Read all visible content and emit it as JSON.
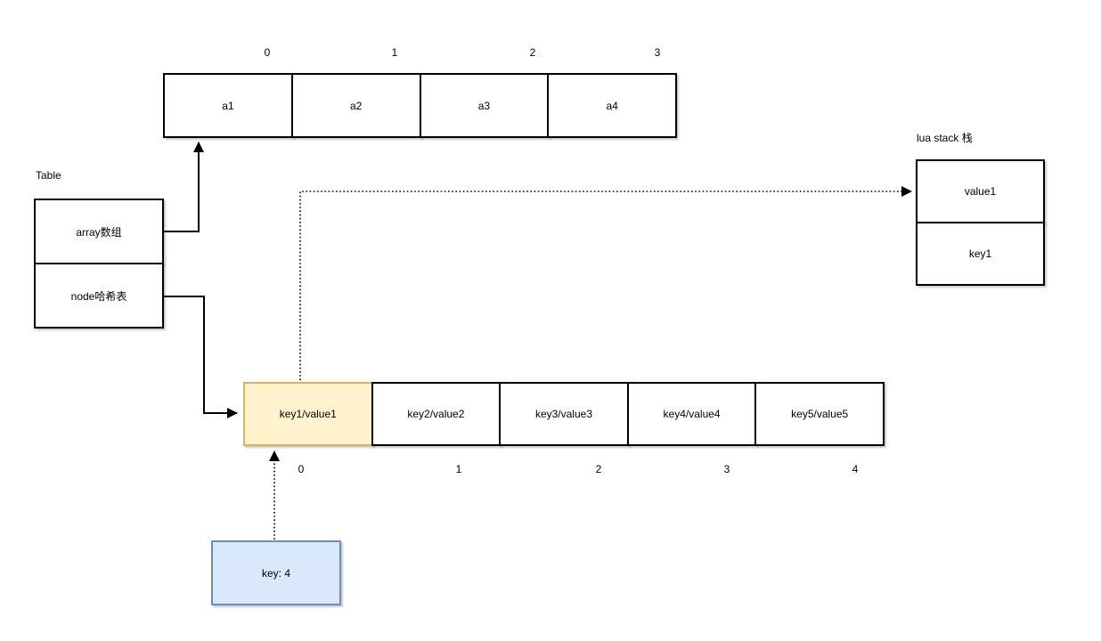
{
  "table": {
    "title": "Table",
    "rows": [
      "array数组",
      "node哈希表"
    ]
  },
  "top_array": {
    "indices": [
      "0",
      "1",
      "2",
      "3"
    ],
    "cells": [
      "a1",
      "a2",
      "a3",
      "a4"
    ]
  },
  "lua_stack": {
    "title": "lua stack 栈",
    "rows": [
      "value1",
      "key1"
    ]
  },
  "hash_table": {
    "cells": [
      "key1/value1",
      "key2/value2",
      "key3/value3",
      "key4/value4",
      "key5/value5"
    ],
    "indices": [
      "0",
      "1",
      "2",
      "3",
      "4"
    ]
  },
  "key_box": {
    "label": "key: 4"
  },
  "colors": {
    "highlight_cell_fill": "#fff2cc",
    "highlight_cell_border": "#d6b656",
    "key_box_fill": "#dae8fc",
    "key_box_border": "#6c8ebf",
    "line": "#000000"
  }
}
